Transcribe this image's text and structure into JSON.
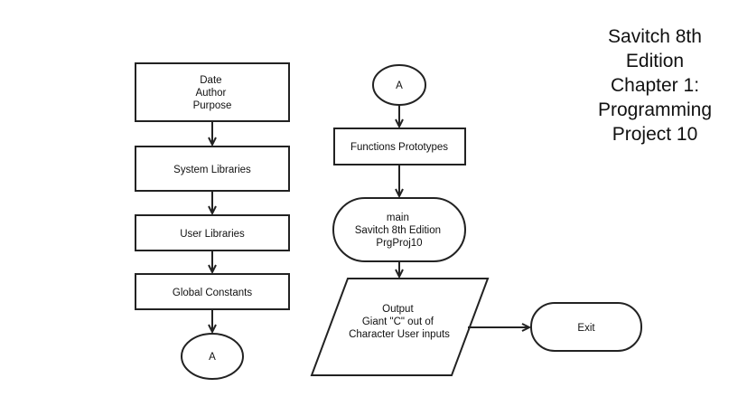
{
  "title_lines": [
    "Savitch 8th",
    "Edition",
    "Chapter 1:",
    "Programming",
    "Project 10"
  ],
  "nodes": {
    "header": [
      "Date",
      "Author",
      "Purpose"
    ],
    "system_libraries": [
      "System Libraries"
    ],
    "user_libraries": [
      "User Libraries"
    ],
    "global_constants": [
      "Global Constants"
    ],
    "connector_bottom": [
      "A"
    ],
    "connector_top": [
      "A"
    ],
    "function_prototypes": [
      "Functions Prototypes"
    ],
    "main": [
      "main",
      "Savitch 8th Edition",
      "PrgProj10"
    ],
    "output": [
      "Output",
      "Giant \"C\" out of",
      "Character User inputs"
    ],
    "exit": [
      "Exit"
    ]
  }
}
